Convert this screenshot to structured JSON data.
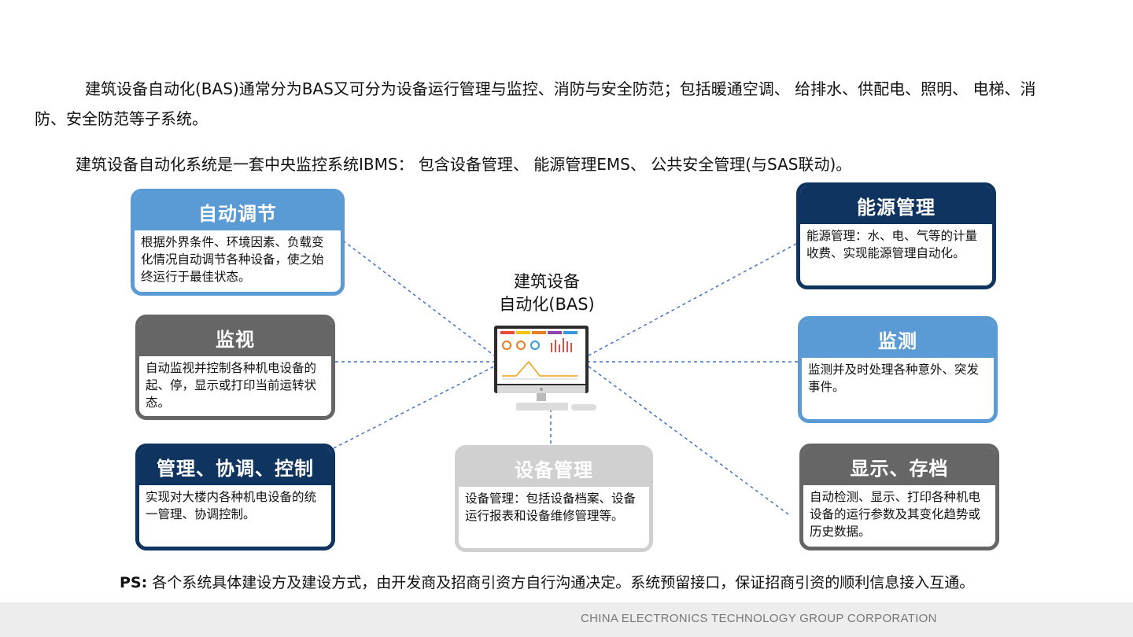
{
  "intro": {
    "line1": "建筑设备自动化(BAS)通常分为BAS又可分为设备运行管理与监控、消防与安全防范；包括暖通空调、 给排水、供配电、照明、 电梯、消防、安全防范等子系统。",
    "line2": "建筑设备自动化系统是一套中央监控系统IBMS： 包含设备管理、 能源管理EMS、 公共安全管理(与SAS联动)。"
  },
  "center": {
    "title_line1": "建筑设备",
    "title_line2": "自动化(BAS)",
    "monitor_icon": "computer-monitor-icon"
  },
  "cards": {
    "auto_adjust": {
      "title": "自动调节",
      "text": "根据外界条件、环境因素、负载变化情况自动调节各种设备，使之始终运行于最佳状态。"
    },
    "monitor": {
      "title": "监视",
      "text": "自动监视并控制各种机电设备的起、停，显示或打印当前运转状态。"
    },
    "manage": {
      "title": "管理、协调、控制",
      "text": "实现对大楼内各种机电设备的统一管理、协调控制。"
    },
    "device_mgmt": {
      "title": "设备管理",
      "text": "设备管理：包括设备档案、设备运行报表和设备维修管理等。"
    },
    "energy": {
      "title": "能源管理",
      "text": "能源管理：水、电、气等的计量收费、实现能源管理自动化。"
    },
    "detect": {
      "title": "监测",
      "text": "监测并及时处理各种意外、突发事件。"
    },
    "display": {
      "title": "显示、存档",
      "text": "自动检测、显示、打印各种机电设备的运行参数及其变化趋势或历史数据。"
    }
  },
  "ps": {
    "label": "PS:",
    "text": " 各个系统具体建设方及建设方式，由开发商及招商引资方自行沟通决定。系统预留接口，保证招商引资的顺利信息接入互通。"
  },
  "footer": {
    "text": "CHINA ELECTRONICS TECHNOLOGY GROUP CORPORATION"
  },
  "colors": {
    "blue": "#5b9bd5",
    "gray": "#666666",
    "navy": "#0f3460",
    "light": "#d0d0d0",
    "link": "#4472c4"
  }
}
